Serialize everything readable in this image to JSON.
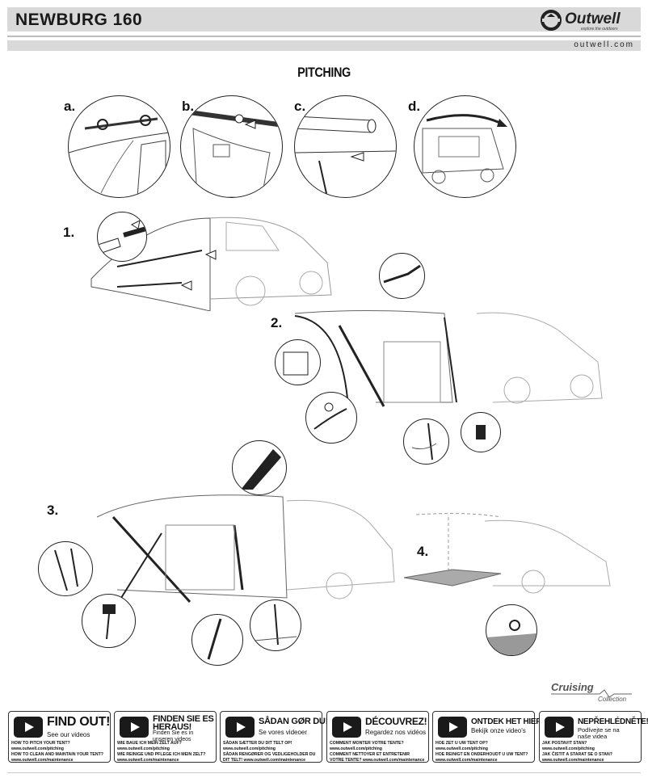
{
  "header": {
    "title": "NEWBURG 160",
    "brand": "Outwell",
    "brand_tagline": "explore the outdoors",
    "website": "outwell.com"
  },
  "section_title": "PITCHING",
  "steps": {
    "a": "a.",
    "b": "b.",
    "c": "c.",
    "d": "d.",
    "s1": "1.",
    "s2": "2.",
    "s3": "3.",
    "s4": "4."
  },
  "collection": {
    "name": "Cruising",
    "sub": "Collection"
  },
  "cards": [
    {
      "big": [
        "FIND OUT!"
      ],
      "small": [
        "See our videos"
      ],
      "lines": [
        "HOW TO PITCH YOUR TENT?",
        "www.outwell.com/pitching",
        "HOW TO CLEAN AND MAINTAIN YOUR TENT?",
        "www.outwell.com/maintenance"
      ]
    },
    {
      "big": [
        "FINDEN SIE ES",
        "HERAUS!"
      ],
      "small": [
        "Finden Sie es in",
        "unseren videos"
      ],
      "lines": [
        "WIE BAUE ICH MEIN ZELT AUF?",
        "www.outwell.com/pitching",
        "WIE REINIGE UND PFLEGE ICH MEIN ZELT?",
        "www.outwell.com/maintenance"
      ]
    },
    {
      "big": [
        "SÅDAN GØR DU!"
      ],
      "small": [
        "Se vores videoer"
      ],
      "lines": [
        "SÅDAN SÆTTER DU DIT TELT OP!",
        "www.outwell.com/pitching",
        "SÅDAN RENGØRER OG VEDLIGEHOLDER DU",
        "DIT TELT! www.outwell.com/maintenance"
      ]
    },
    {
      "big": [
        "DÉCOUVREZ!"
      ],
      "small": [
        "Regardez nos vidéos"
      ],
      "lines": [
        "COMMENT MONTER VOTRE TENTE?",
        "www.outwell.com/pitching",
        "COMMENT NETTOYER ET ENTRETENIR",
        "VOTRE TENTE? www.outwell.com/maintenance"
      ]
    },
    {
      "big": [
        "ONTDEK HET HIER!"
      ],
      "small": [
        "Bekijk onze video's"
      ],
      "lines": [
        "HOE ZET U UW TENT OP?",
        "www.outwell.com/pitching",
        "HOE REINIGT EN ONDERHOUDT U UW TENT?",
        "www.outwell.com/maintenance"
      ]
    },
    {
      "big": [
        "NEPŘEHLÉDNĚTE!"
      ],
      "small": [
        "Podívejte se na",
        "naše videa"
      ],
      "lines": [
        "JAK POSTAVIT STAN?",
        "www.outwell.com/pitching",
        "JAK ČISTIT A STARAT SE O STAN?",
        "www.outwell.com/maintenance"
      ]
    }
  ]
}
